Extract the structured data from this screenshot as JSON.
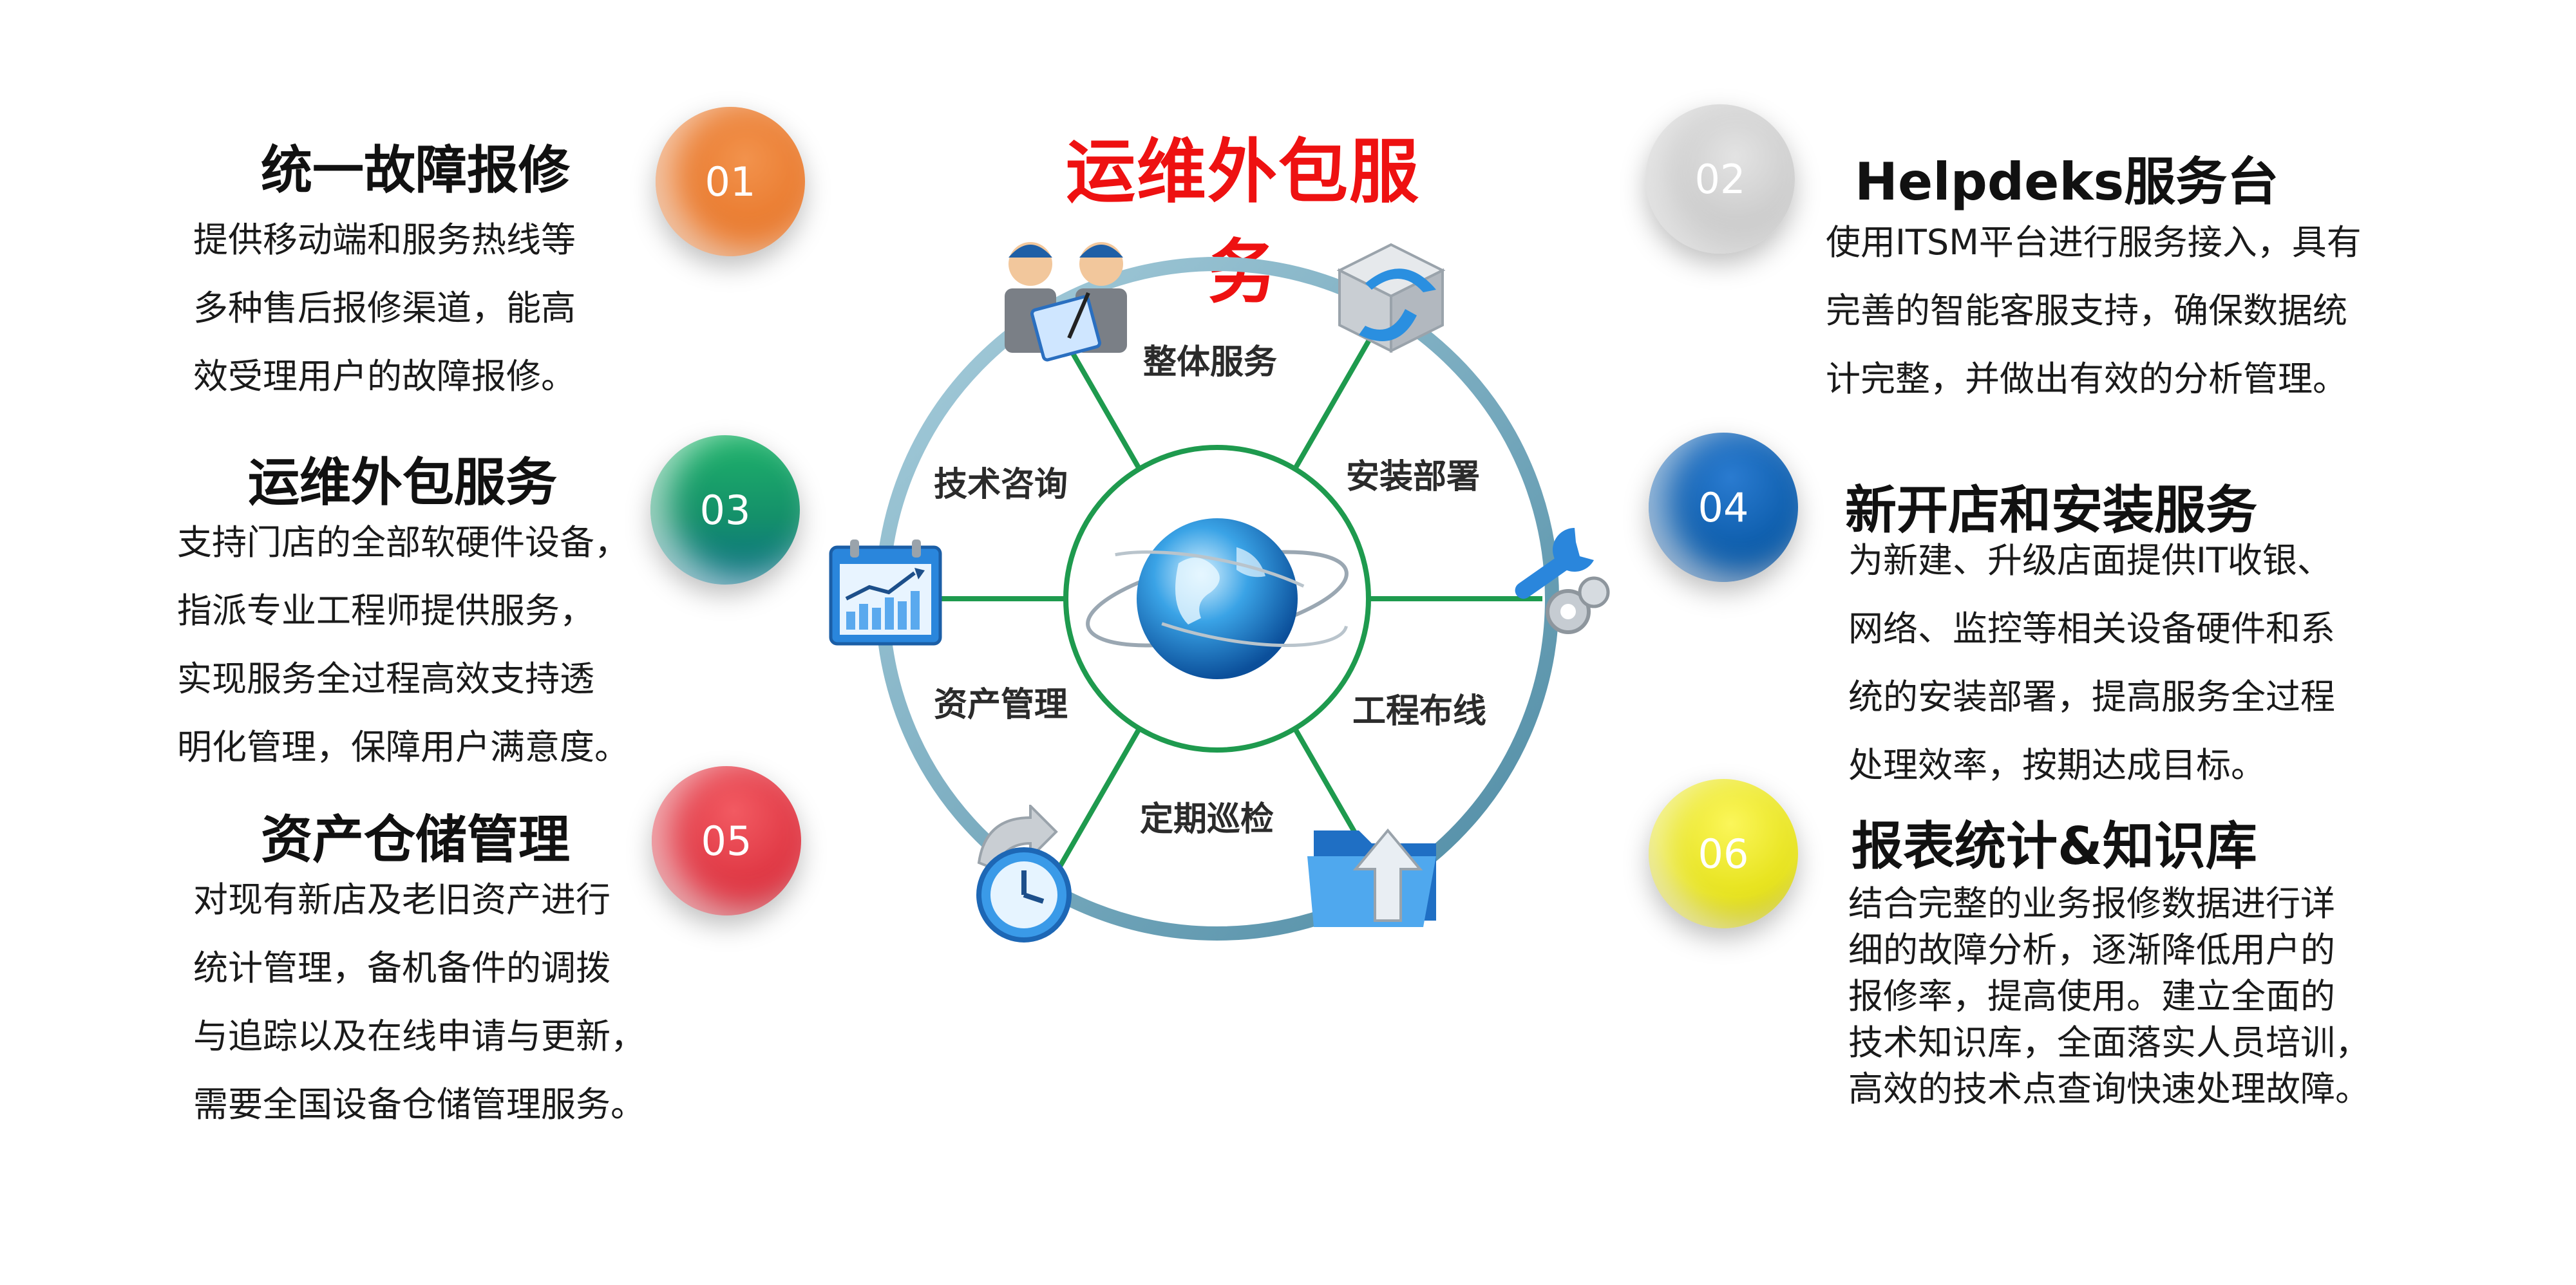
{
  "title": "运维外包服务",
  "colors": {
    "title": "#ee1111",
    "badge_01": "#e8772a",
    "badge_02": "#c8c8c8",
    "badge_03": "#16a065",
    "badge_04": "#0a5aa8",
    "badge_05": "#dd3340",
    "badge_06": "#e6e21a",
    "ring": "#7fb3c9",
    "spokes": "#1e9a4e"
  },
  "center": {
    "icon": "globe-icon",
    "segments": [
      {
        "label": "整体服务",
        "icon": "people-icon"
      },
      {
        "label": "安装部署",
        "icon": "cube-icon"
      },
      {
        "label": "工程布线",
        "icon": "wrench-icon"
      },
      {
        "label": "定期巡检",
        "icon": "folder-icon"
      },
      {
        "label": "资产管理",
        "icon": "clock-icon"
      },
      {
        "label": "技术咨询",
        "icon": "calendar-chart-icon"
      }
    ]
  },
  "blocks": [
    {
      "number": "01",
      "title": "统一故障报修",
      "lines": [
        "提供移动端和服务热线等",
        "多种售后报修渠道，能高",
        "效受理用户的故障报修。"
      ]
    },
    {
      "number": "02",
      "title": "Helpdeks服务台",
      "lines": [
        "使用ITSM平台进行服务接入，具有",
        "完善的智能客服支持，确保数据统",
        "计完整，并做出有效的分析管理。"
      ]
    },
    {
      "number": "03",
      "title": "运维外包服务",
      "lines": [
        "支持门店的全部软硬件设备，",
        "指派专业工程师提供服务，",
        "实现服务全过程高效支持透",
        "明化管理，保障用户满意度。"
      ]
    },
    {
      "number": "04",
      "title": "新开店和安装服务",
      "lines": [
        "为新建、升级店面提供IT收银、",
        "网络、监控等相关设备硬件和系",
        "统的安装部署，提高服务全过程",
        "处理效率，按期达成目标。"
      ]
    },
    {
      "number": "05",
      "title": "资产仓储管理",
      "lines": [
        "对现有新店及老旧资产进行",
        "统计管理，备机备件的调拨",
        "与追踪以及在线申请与更新，",
        "需要全国设备仓储管理服务。"
      ]
    },
    {
      "number": "06",
      "title": "报表统计&知识库",
      "lines": [
        "结合完整的业务报修数据进行详",
        "细的故障分析，逐渐降低用户的",
        "报修率，提高使用。建立全面的",
        "技术知识库，全面落实人员培训，",
        "高效的技术点查询快速处理故障。"
      ]
    }
  ]
}
